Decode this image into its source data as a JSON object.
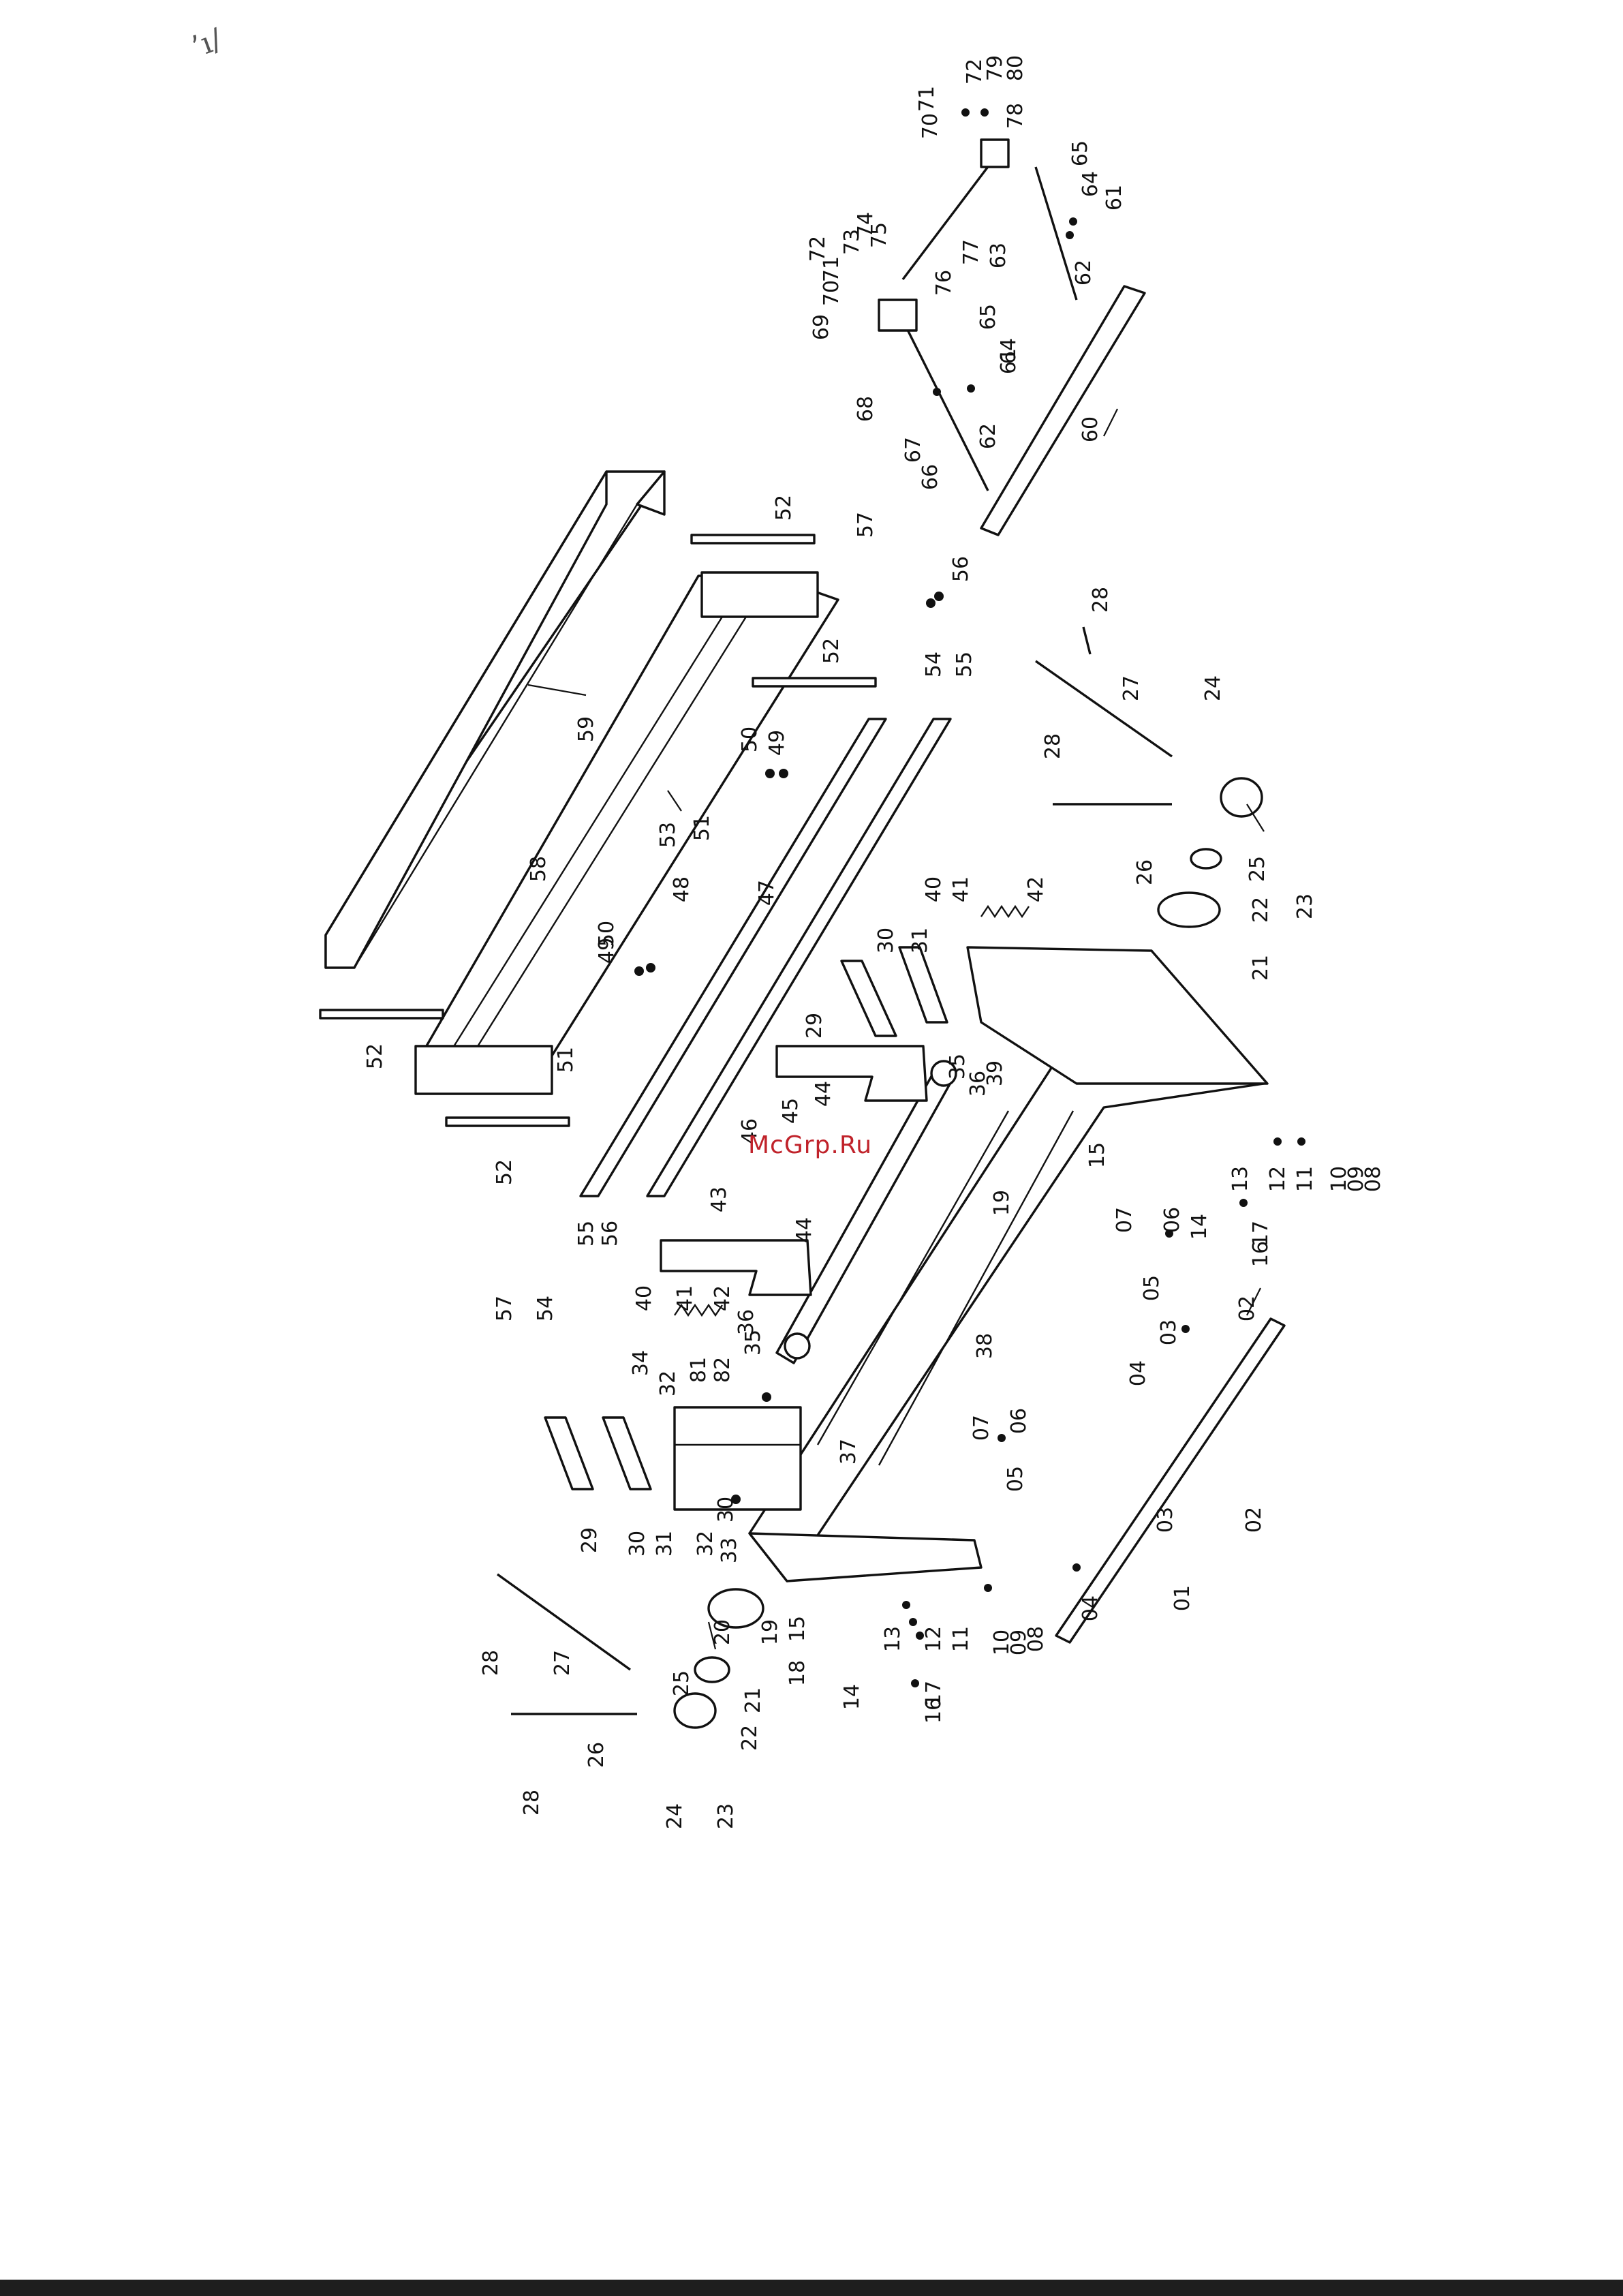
{
  "watermark": "McGrp.Ru",
  "scan_mark": "’ı/",
  "part_labels": [
    "01",
    "02",
    "03",
    "04",
    "05",
    "06",
    "07",
    "08",
    "09",
    "10",
    "11",
    "12",
    "13",
    "14",
    "15",
    "16",
    "17",
    "18",
    "19",
    "20",
    "21",
    "22",
    "23",
    "24",
    "25",
    "26",
    "27",
    "28",
    "29",
    "30",
    "31",
    "32",
    "33",
    "34",
    "35",
    "36",
    "37",
    "38",
    "39",
    "40",
    "41",
    "42",
    "43",
    "44",
    "45",
    "46",
    "47",
    "48",
    "49",
    "50",
    "51",
    "52",
    "53",
    "54",
    "55",
    "56",
    "57",
    "58",
    "59",
    "60",
    "61",
    "62",
    "63",
    "64",
    "65",
    "66",
    "67",
    "68",
    "69",
    "70",
    "71",
    "72",
    "73",
    "74",
    "75",
    "76",
    "77",
    "78",
    "79",
    "80",
    "81",
    "82"
  ],
  "callouts": [
    {
      "n": "01"
    },
    {
      "n": "02"
    },
    {
      "n": "02"
    },
    {
      "n": "03"
    },
    {
      "n": "03"
    },
    {
      "n": "04"
    },
    {
      "n": "04"
    },
    {
      "n": "05"
    },
    {
      "n": "05"
    },
    {
      "n": "06"
    },
    {
      "n": "06"
    },
    {
      "n": "07"
    },
    {
      "n": "07"
    },
    {
      "n": "08"
    },
    {
      "n": "08"
    },
    {
      "n": "09"
    },
    {
      "n": "09"
    },
    {
      "n": "10"
    },
    {
      "n": "10"
    },
    {
      "n": "11"
    },
    {
      "n": "11"
    },
    {
      "n": "12"
    },
    {
      "n": "12"
    },
    {
      "n": "13"
    },
    {
      "n": "13"
    },
    {
      "n": "14"
    },
    {
      "n": "14"
    },
    {
      "n": "15"
    },
    {
      "n": "15"
    },
    {
      "n": "16"
    },
    {
      "n": "16"
    },
    {
      "n": "17"
    },
    {
      "n": "17"
    },
    {
      "n": "18"
    },
    {
      "n": "19"
    },
    {
      "n": "19"
    },
    {
      "n": "20"
    },
    {
      "n": "21"
    },
    {
      "n": "21"
    },
    {
      "n": "22"
    },
    {
      "n": "22"
    },
    {
      "n": "23"
    },
    {
      "n": "23"
    },
    {
      "n": "24"
    },
    {
      "n": "24"
    },
    {
      "n": "25"
    },
    {
      "n": "25"
    },
    {
      "n": "26"
    },
    {
      "n": "26"
    },
    {
      "n": "27"
    },
    {
      "n": "27"
    },
    {
      "n": "28"
    },
    {
      "n": "28"
    },
    {
      "n": "28"
    },
    {
      "n": "28"
    },
    {
      "n": "29"
    },
    {
      "n": "29"
    },
    {
      "n": "30"
    },
    {
      "n": "30"
    },
    {
      "n": "30"
    },
    {
      "n": "31"
    },
    {
      "n": "31"
    },
    {
      "n": "32"
    },
    {
      "n": "32"
    },
    {
      "n": "33"
    },
    {
      "n": "34"
    },
    {
      "n": "35"
    },
    {
      "n": "35"
    },
    {
      "n": "36"
    },
    {
      "n": "36"
    },
    {
      "n": "37"
    },
    {
      "n": "38"
    },
    {
      "n": "39"
    },
    {
      "n": "40"
    },
    {
      "n": "40"
    },
    {
      "n": "41"
    },
    {
      "n": "41"
    },
    {
      "n": "42"
    },
    {
      "n": "42"
    },
    {
      "n": "43"
    },
    {
      "n": "44"
    },
    {
      "n": "44"
    },
    {
      "n": "45"
    },
    {
      "n": "46"
    },
    {
      "n": "47"
    },
    {
      "n": "48"
    },
    {
      "n": "49"
    },
    {
      "n": "49"
    },
    {
      "n": "50"
    },
    {
      "n": "50"
    },
    {
      "n": "51"
    },
    {
      "n": "51"
    },
    {
      "n": "52"
    },
    {
      "n": "52"
    },
    {
      "n": "52"
    },
    {
      "n": "52"
    },
    {
      "n": "53"
    },
    {
      "n": "54"
    },
    {
      "n": "54"
    },
    {
      "n": "55"
    },
    {
      "n": "55"
    },
    {
      "n": "56"
    },
    {
      "n": "56"
    },
    {
      "n": "57"
    },
    {
      "n": "57"
    },
    {
      "n": "58"
    },
    {
      "n": "59"
    },
    {
      "n": "60"
    },
    {
      "n": "61"
    },
    {
      "n": "61"
    },
    {
      "n": "62"
    },
    {
      "n": "62"
    },
    {
      "n": "63"
    },
    {
      "n": "64"
    },
    {
      "n": "64"
    },
    {
      "n": "65"
    },
    {
      "n": "65"
    },
    {
      "n": "66"
    },
    {
      "n": "67"
    },
    {
      "n": "68"
    },
    {
      "n": "69"
    },
    {
      "n": "70"
    },
    {
      "n": "70"
    },
    {
      "n": "71"
    },
    {
      "n": "71"
    },
    {
      "n": "72"
    },
    {
      "n": "72"
    },
    {
      "n": "73"
    },
    {
      "n": "74"
    },
    {
      "n": "75"
    },
    {
      "n": "76"
    },
    {
      "n": "77"
    },
    {
      "n": "78"
    },
    {
      "n": "79"
    },
    {
      "n": "80"
    },
    {
      "n": "81"
    },
    {
      "n": "82"
    }
  ],
  "colors": {
    "line": "#111111",
    "watermark": "#c0222a",
    "background": "#ffffff",
    "footer": "#1e1e1e"
  }
}
